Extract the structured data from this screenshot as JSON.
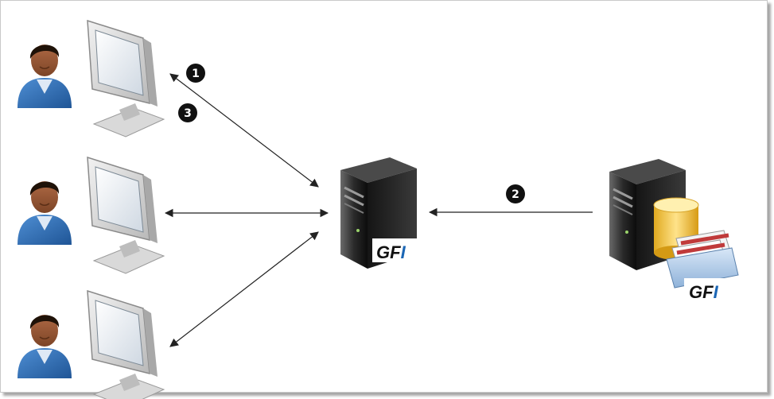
{
  "diagram": {
    "steps": [
      "1",
      "2",
      "3"
    ],
    "brand_text": "GF",
    "brand_accent_letter": "I",
    "colors": {
      "brand_accent": "#1b66b5",
      "arrow": "#222222",
      "step_badge": "#111111",
      "user_shirt": "#2f6fb7",
      "folder": "#b8d0ea",
      "database": "#f0c24a"
    },
    "icons": [
      "user-icon",
      "monitor-icon",
      "server-icon",
      "database-icon",
      "mail-folder-icon"
    ]
  }
}
